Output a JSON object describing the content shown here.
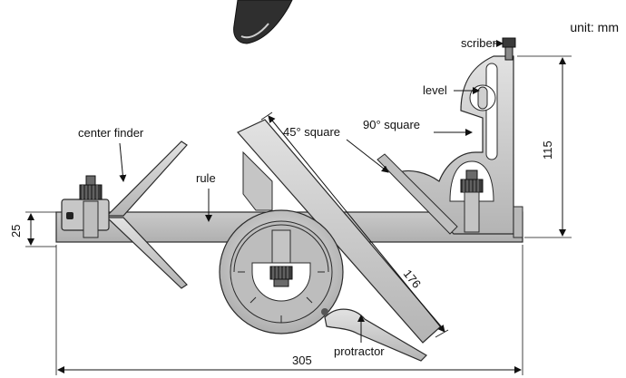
{
  "unit_label": "unit: mm",
  "labels": {
    "scriber": "scriber",
    "level": "level",
    "square90": "90° square",
    "square45": "45° square",
    "center_finder": "center finder",
    "rule": "rule",
    "protractor": "protractor"
  },
  "dimensions": {
    "rule_length": "305",
    "rule_width": "25",
    "square_height": "115",
    "head_length": "176"
  },
  "colors": {
    "metal_light": "#d6d6d6",
    "metal_mid": "#b8b8b8",
    "metal_dark": "#8c8c8c",
    "outline": "#2a2a2a",
    "black": "#1a1a1a"
  }
}
